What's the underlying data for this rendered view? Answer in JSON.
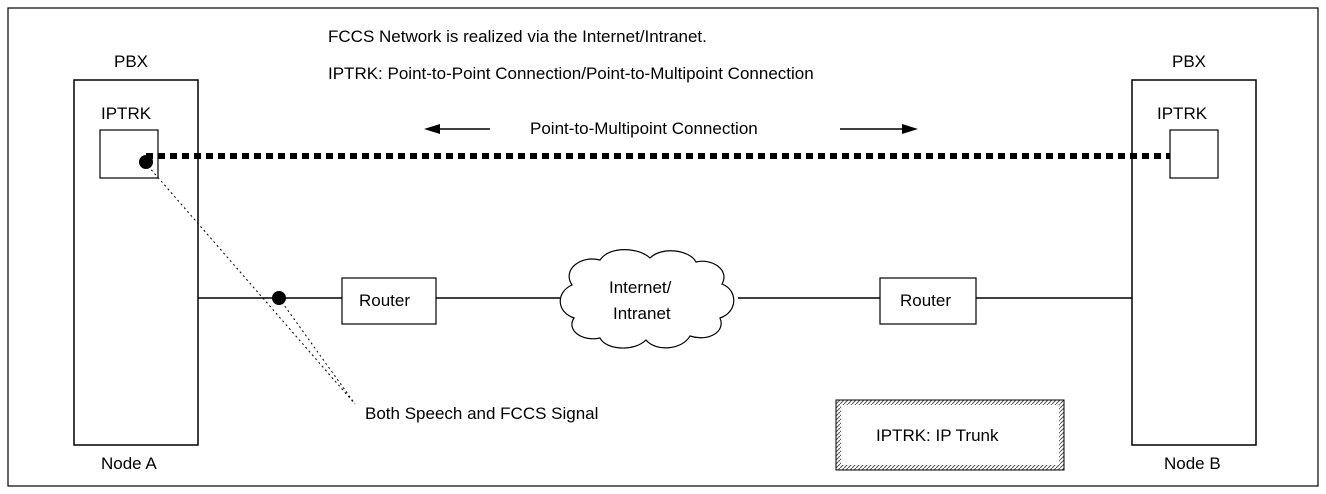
{
  "header": {
    "line1": "FCCS Network is realized via the Internet/Intranet.",
    "line2": "IPTRK: Point-to-Point Connection/Point-to-Multipoint Connection"
  },
  "node_a": {
    "pbx_label": "PBX",
    "iptrk_label": "IPTRK",
    "node_label": "Node A"
  },
  "node_b": {
    "pbx_label": "PBX",
    "iptrk_label": "IPTRK",
    "node_label": "Node B"
  },
  "connection": {
    "label": "Point-to-Multipoint Connection"
  },
  "routers": [
    {
      "label": "Router"
    },
    {
      "label": "Router"
    }
  ],
  "cloud": {
    "label_line1": "Internet/",
    "label_line2": "Intranet"
  },
  "signal_note": "Both Speech and FCCS Signal",
  "legend": {
    "text": "IPTRK: IP Trunk"
  }
}
